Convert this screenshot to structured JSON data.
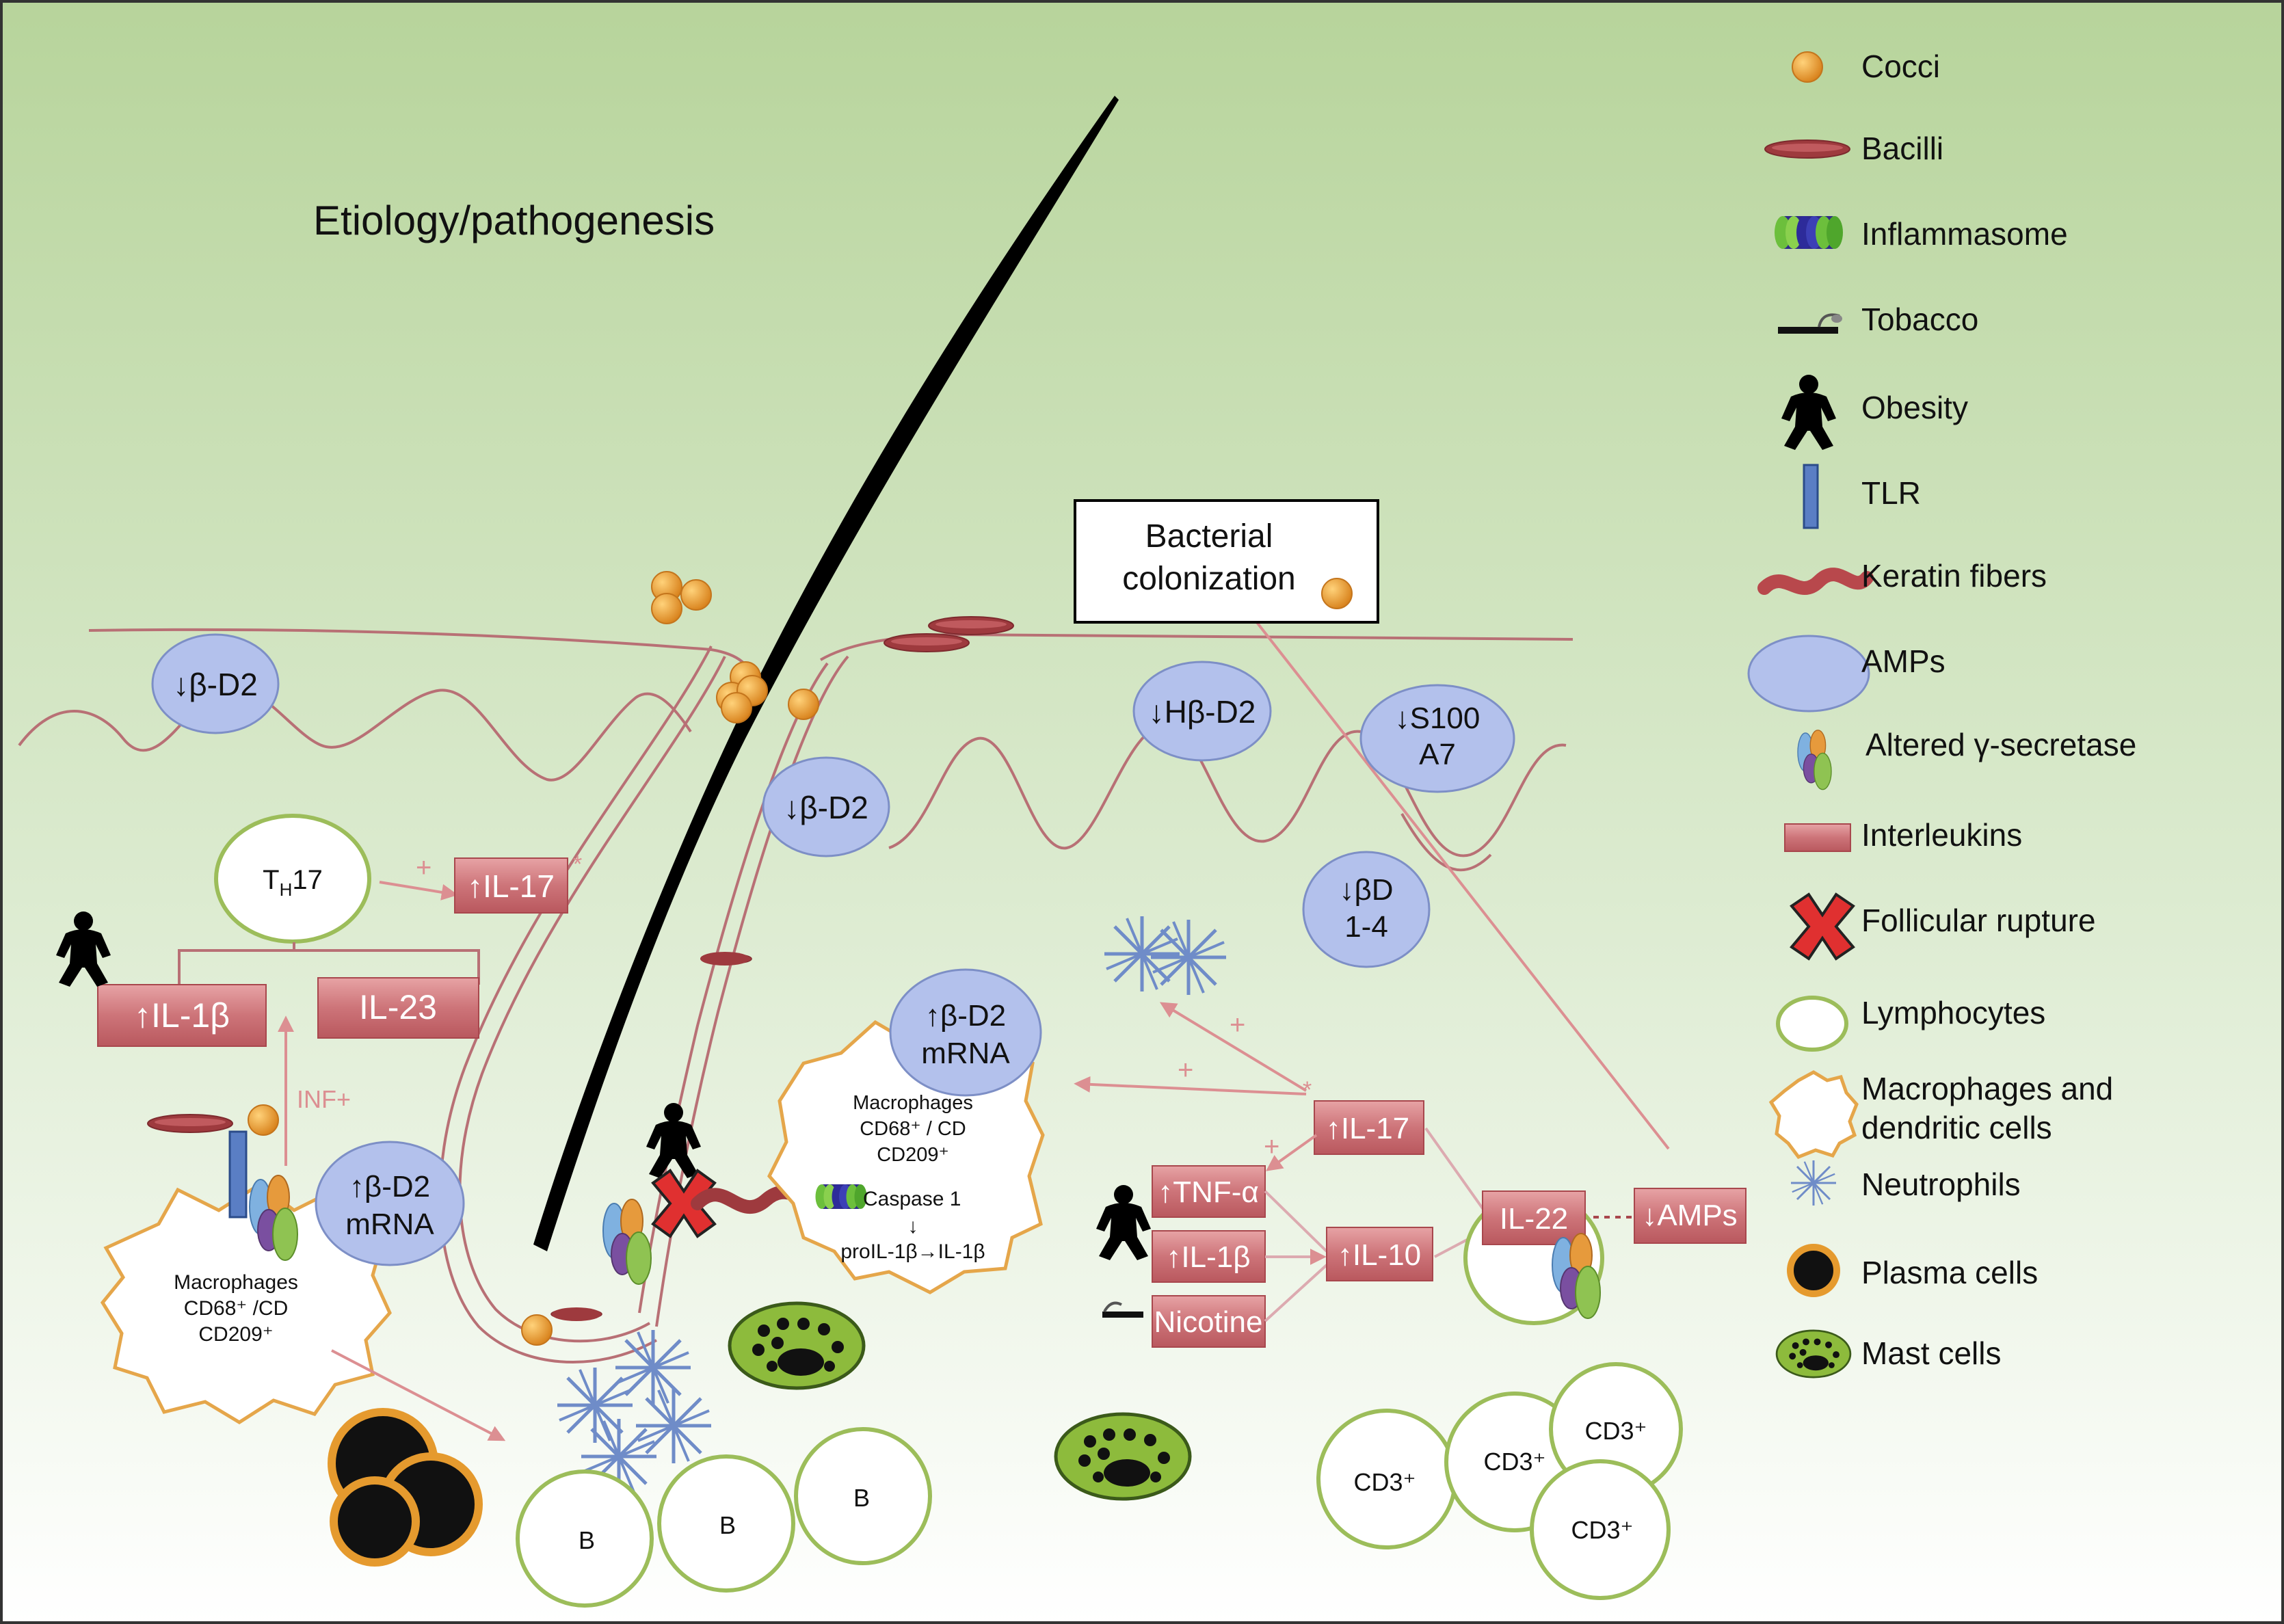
{
  "title": "Etiology/pathogenesis",
  "callout": {
    "line1": "Bacterial",
    "line2": "colonization"
  },
  "amps": {
    "bd2_left": "↓β-D2",
    "bd2_follicle": "↓β-D2",
    "hbd2": "↓Hβ-D2",
    "s100_l1": "↓S100",
    "s100_l2": "A7",
    "bd14_l1": "↓βD",
    "bd14_l2": "1-4",
    "bd2_mrna_center_l1": "↑β-D2",
    "bd2_mrna_center_l2": "mRNA",
    "bd2_mrna_left_l1": "↑β-D2",
    "bd2_mrna_left_l2": "mRNA"
  },
  "interleukins": {
    "il17_left": "↑IL-17",
    "il1b_left": "↑IL-1β",
    "il23": "IL-23",
    "il17_right": "↑IL-17",
    "tnfa": "↑TNF-α",
    "il1b_right": "↑IL-1β",
    "nicotine": "Nicotine",
    "il10": "↑IL-10",
    "il22": "IL-22",
    "amps_down": "↓AMPs"
  },
  "th17": {
    "main": "T",
    "sub": "H",
    "num": "17"
  },
  "labels": {
    "plus": "+",
    "star": "*",
    "inf": "INF+",
    "mac_left_l1": "Macrophages",
    "mac_left_l2": "CD68⁺ /CD",
    "mac_left_l3": "CD209⁺",
    "mac_center_l1": "Macrophages",
    "mac_center_l2": "CD68⁺ / CD",
    "mac_center_l3": "CD209⁺",
    "caspase": "Caspase 1",
    "arrow_down": "↓",
    "proil": "proIL-1β→IL-1β",
    "b": "B",
    "cd3": "CD3⁺"
  },
  "legend": [
    {
      "icon": "cocci-icon",
      "label": "Cocci"
    },
    {
      "icon": "bacilli-icon",
      "label": "Bacilli"
    },
    {
      "icon": "inflammasome-icon",
      "label": "Inflammasome"
    },
    {
      "icon": "tobacco-icon",
      "label": "Tobacco"
    },
    {
      "icon": "obesity-icon",
      "label": "Obesity"
    },
    {
      "icon": "tlr-icon",
      "label": "TLR"
    },
    {
      "icon": "keratin-fibers-icon",
      "label": "Keratin fibers"
    },
    {
      "icon": "amps-icon",
      "label": "AMPs"
    },
    {
      "icon": "gamma-secretase-icon",
      "label": "Altered γ-secretase"
    },
    {
      "icon": "interleukins-icon",
      "label": "Interleukins"
    },
    {
      "icon": "follicular-rupture-icon",
      "label": "Follicular rupture"
    },
    {
      "icon": "lymphocytes-icon",
      "label": "Lymphocytes"
    },
    {
      "icon": "macrophages-icon",
      "label": "Macrophages and",
      "label2": "dendritic cells"
    },
    {
      "icon": "neutrophils-icon",
      "label": "Neutrophils"
    },
    {
      "icon": "plasma-cells-icon",
      "label": "Plasma cells"
    },
    {
      "icon": "mast-cells-icon",
      "label": "Mast cells"
    }
  ],
  "colors": {
    "bg_top": "#b8d59e",
    "bg_bottom": "#ffffff",
    "amp_fill": "#b3c1ec",
    "il_fill": "#cf7c80",
    "il_text": "#ffffff",
    "cocci": "#e5901e",
    "bacilli": "#9e3a3e",
    "arrow": "#dc8f92",
    "lymph_stroke": "#9cbd5a",
    "mac_stroke": "#e5a64a",
    "neutrophil": "#6f8cc8",
    "mast_fill": "#8dbb3c"
  }
}
